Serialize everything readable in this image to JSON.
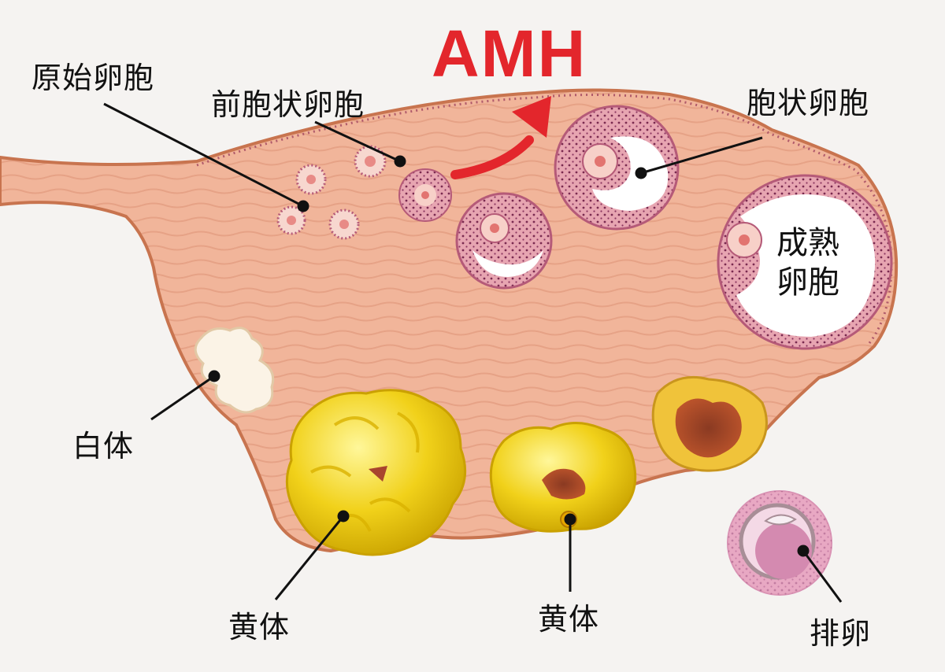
{
  "title": "AMH",
  "labels": {
    "primordial_follicle": "原始卵胞",
    "preantral_follicle": "前胞状卵胞",
    "antral_follicle": "胞状卵胞",
    "mature_follicle_line1": "成熟",
    "mature_follicle_line2": "卵胞",
    "corpus_albicans": "白体",
    "corpus_luteum_left": "黄体",
    "corpus_luteum_center": "黄体",
    "ovulation": "排卵"
  },
  "colors": {
    "ovary_tissue": "#f2b89e",
    "ovary_border": "#c8744f",
    "follicle_ring": "#d98aa0",
    "corpus_luteum": "#f2d21c",
    "corpus_albicans": "#fbf3e6",
    "accent_red": "#e3262c"
  }
}
